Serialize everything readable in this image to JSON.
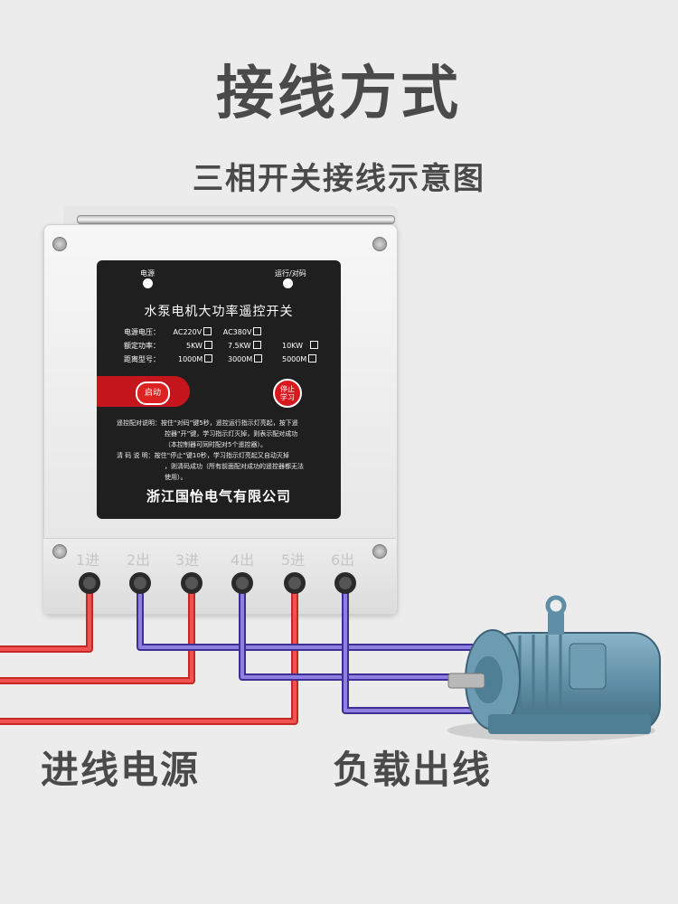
{
  "title": "接线方式",
  "subtitle": "三相开关接线示意图",
  "panel": {
    "led_power_label": "电源",
    "led_run_label": "运行/对码",
    "product_title": "水泵电机大功率遥控开关",
    "spec_rows": [
      {
        "label": "电源电压：",
        "opts": [
          "AC220V",
          "AC380V"
        ]
      },
      {
        "label": "额定功率：",
        "opts": [
          "5KW",
          "7.5KW",
          "10KW"
        ]
      },
      {
        "label": "距离型号：",
        "opts": [
          "1000M",
          "3000M",
          "5000M"
        ]
      }
    ],
    "start_label": "启动",
    "stop_label_1": "停止",
    "stop_label_2": "学习",
    "notes": [
      "遥控配对说明：按住“对码”键5秒，遥控运行指示灯亮起，按下遥",
      "控器“开”键，学习指示灯灭掉，则表示配对成功",
      "（本控制器可同时配对5个遥控器）。",
      "清 码 说 明：按住“停止”键10秒，学习指示灯亮起又自动灭掉",
      "，则清码成功（所有前面配对成功的遥控器都无法",
      "使用）。"
    ],
    "company": "浙江国怡电气有限公司"
  },
  "terminals": [
    "1进",
    "2出",
    "3进",
    "4出",
    "5进",
    "6出"
  ],
  "bottom_labels": {
    "input": "进线电源",
    "output": "负载出线"
  },
  "colors": {
    "input_wire": "#e53935",
    "output_wire": "#5c4bb8",
    "panel": "#1f1f1f",
    "accent": "#c4161c",
    "motor": "#5f8fa6"
  }
}
